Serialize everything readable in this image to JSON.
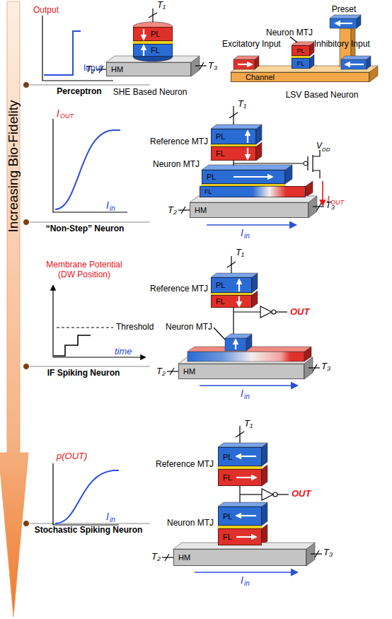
{
  "diagram": {
    "nodes": [
      {
        "text": [
          "PL"
        ]
      },
      {
        "text": [
          "FL"
        ]
      },
      {
        "text": [
          "HM"
        ]
      },
      {
        "text": [
          "Channel"
        ]
      },
      {
        "text": [
          "PL"
        ]
      },
      {
        "text": [
          "FL"
        ]
      },
      {
        "text": [
          "PL"
        ]
      },
      {
        "text": [
          "FL"
        ]
      },
      {
        "text": [
          "PL"
        ]
      },
      {
        "text": [
          "FL"
        ]
      },
      {
        "text": [
          "HM"
        ]
      },
      {
        "text": [
          "PL"
        ]
      },
      {
        "text": [
          "FL"
        ]
      },
      {
        "text": [
          "HM"
        ]
      },
      {
        "text": [
          "PL"
        ]
      },
      {
        "text": [
          "FL"
        ]
      },
      {
        "text": [
          "PL"
        ]
      },
      {
        "text": [
          "FL"
        ]
      },
      {
        "text": [
          "HM"
        ]
      }
    ],
    "labels": [
      "Output",
      "Input",
      "Perceptron",
      "T₁",
      "T₂",
      "T₃",
      "SHE Based Neuron",
      "Preset",
      "Neuron MTJ",
      "Excitatory Input",
      "Inhibitory Input",
      "LSV Based Neuron",
      "I",
      "OUT",
      "I",
      "in",
      "“Non-Step” Neuron",
      "T₁",
      "Reference MTJ",
      "Neuron MTJ",
      "V",
      "DD",
      "I",
      "OUT",
      "T₂",
      "T₃",
      "I",
      "in",
      "Membrane Potential (DW Position)",
      "Threshold",
      "time",
      "IF Spiking Neuron",
      "T₁",
      "Reference MTJ",
      "Neuron MTJ",
      "OUT",
      "T₂",
      "T₃",
      "I",
      "in",
      "p(OUT)",
      "I",
      "in",
      "Stochastic Spiking Neuron",
      "T₁",
      "Reference MTJ",
      "OUT",
      "Neuron MTJ",
      "T₂",
      "T₃",
      "I",
      "in",
      "Increasing Bio-Fidelity"
    ]
  }
}
